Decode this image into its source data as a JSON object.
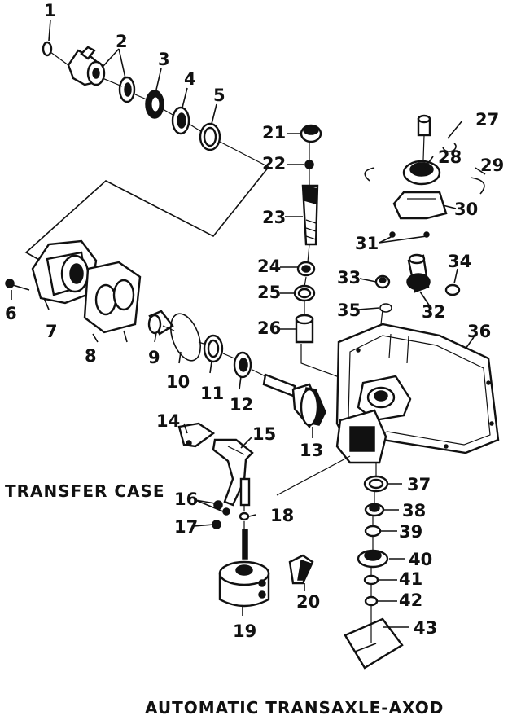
{
  "diagram": {
    "title": "AUTOMATIC TRANSAXLE-AXOD",
    "section_label": "TRANSFER CASE",
    "callouts": [
      "1",
      "2",
      "3",
      "4",
      "5",
      "6",
      "7",
      "8",
      "9",
      "10",
      "11",
      "12",
      "13",
      "14",
      "15",
      "16",
      "17",
      "18",
      "19",
      "20",
      "21",
      "22",
      "23",
      "24",
      "25",
      "26",
      "27",
      "28",
      "29",
      "30",
      "31",
      "32",
      "33",
      "34",
      "35",
      "36",
      "37",
      "38",
      "39",
      "40",
      "41",
      "42",
      "43"
    ]
  }
}
